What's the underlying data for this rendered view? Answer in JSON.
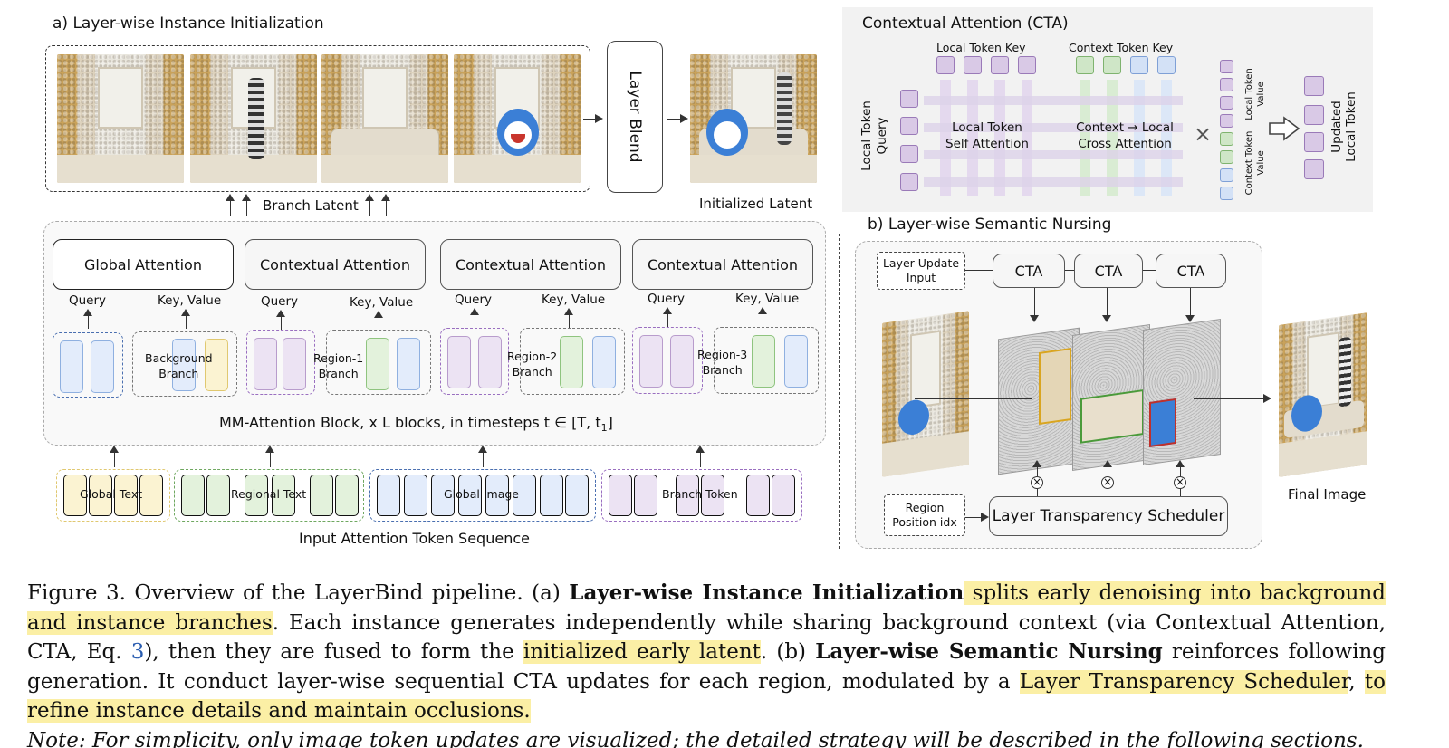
{
  "panel_a": {
    "title": "a) Layer-wise Instance Initialization",
    "layer_blend": "Layer Blend",
    "branch_latent": "Branch Latent",
    "initialized_latent": "Initialized Latent",
    "attention": [
      "Global Attention",
      "Contextual Attention",
      "Contextual Attention",
      "Contextual Attention"
    ],
    "query": "Query",
    "key_value": "Key, Value",
    "branches": [
      "Background\nBranch",
      "Region-1\nBranch",
      "Region-2\nBranch",
      "Region-3\nBranch"
    ],
    "mm_block": "MM-Attention Block, x L blocks, in timesteps  t ∈ [T, t",
    "mm_block_sub": "1",
    "mm_block_end": "]",
    "token_groups": [
      "Global Text",
      "Regional Text",
      "Global Image",
      "Branch Token"
    ],
    "input_seq": "Input Attention Token Sequence"
  },
  "cta": {
    "title": "Contextual Attention (CTA)",
    "local_key": "Local Token  Key",
    "context_key": "Context Token  Key",
    "local_query": "Local Token\nQuery",
    "self_attn": "Local Token\nSelf Attention",
    "cross_attn": "Context → Local\nCross Attention",
    "local_value": "Local Token\nValue",
    "context_value": "Context Token\nValue",
    "updated": "Updated\nLocal Token",
    "times": "×"
  },
  "panel_b": {
    "title": "b) Layer-wise Semantic Nursing",
    "layer_update": "Layer Update\nInput",
    "cta_labels": [
      "CTA",
      "CTA",
      "CTA"
    ],
    "region_pos": "Region\nPosition idx",
    "scheduler": "Layer Transparency Scheduler",
    "final_image": "Final Image"
  },
  "caption": {
    "p1": "Figure 3. Overview of the LayerBind pipeline. (a) ",
    "b1": "Layer-wise Instance Initialization",
    "h1": " splits early denoising into background and instance branches",
    "p2": ".  Each instance generates independently while sharing background context (via Contextual Attention, CTA, Eq. ",
    "eq": "3",
    "p3": "), then they are fused to form the ",
    "h2": "initialized early latent",
    "p4": ".  (b) ",
    "b2": "Layer-wise Semantic Nursing",
    "p5": " reinforces following generation.  It conduct layer-wise sequential CTA updates for each region, modulated by a ",
    "h3": "Layer Transparency Scheduler",
    "p6": ", ",
    "h4": "to refine instance details and maintain occlusions.",
    "note": "Note: For simplicity, only image token updates are visualized; the detailed strategy will be described in the following sections."
  },
  "colors": {
    "highlight": "#fbefa5",
    "blue": "#8fb0e0",
    "purple": "#b89ccc",
    "yellow": "#e0c870",
    "green": "#8fc47f",
    "link": "#2a5db0"
  }
}
